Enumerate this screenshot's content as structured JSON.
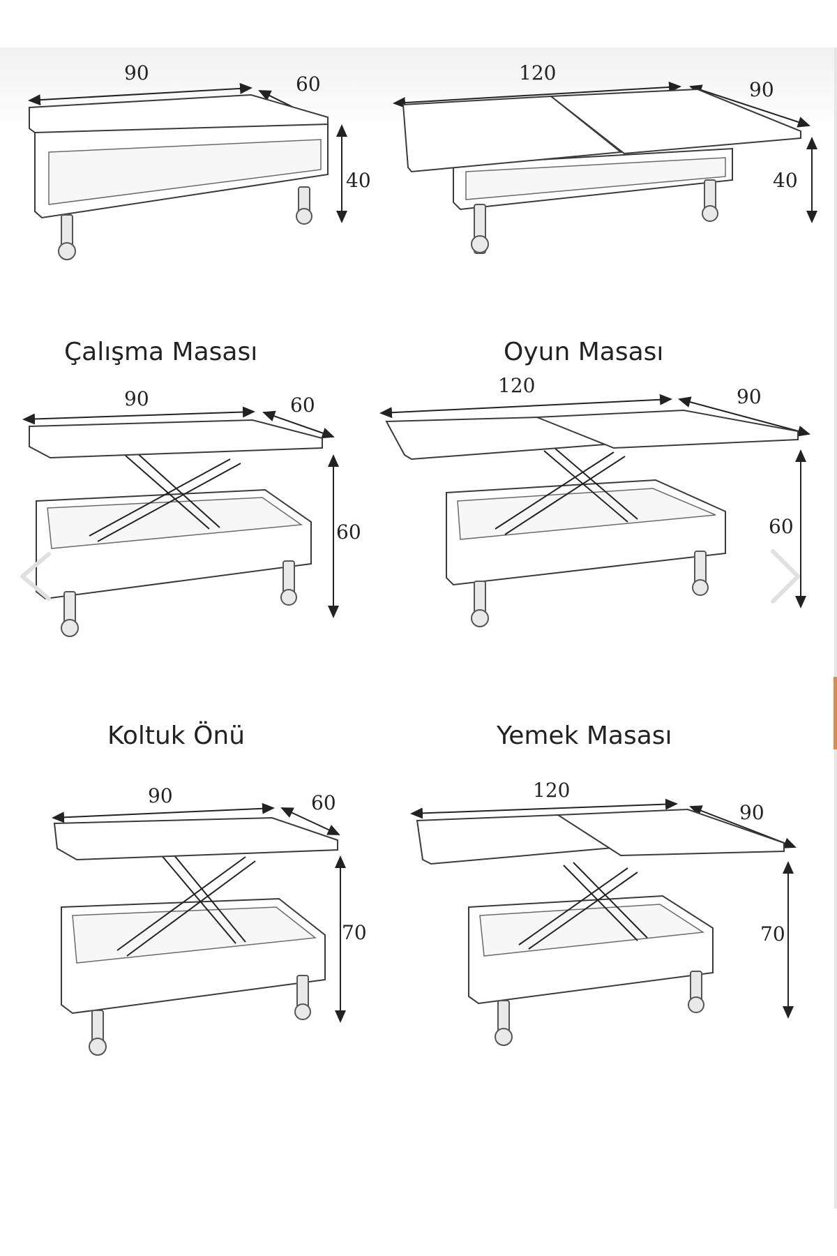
{
  "captions": {
    "calisma": "Çalışma Masası",
    "oyun": "Oyun Masası",
    "koltuk": "Koltuk Önü",
    "yemek": "Yemek Masası"
  },
  "dims": {
    "r1_small_w": "90",
    "r1_small_d": "60",
    "r1_small_h": "40",
    "r1_large_w": "120",
    "r1_large_d": "90",
    "r1_large_h": "40",
    "r2_small_w": "90",
    "r2_small_d": "60",
    "r2_small_h": "60",
    "r2_large_w": "120",
    "r2_large_d": "90",
    "r2_large_h": "60",
    "r3_small_w": "90",
    "r3_small_d": "60",
    "r3_small_h": "70",
    "r3_large_w": "120",
    "r3_large_d": "90",
    "r3_large_h": "70"
  },
  "icons": {
    "prev": "chevron-left-icon",
    "next": "chevron-right-icon"
  },
  "colors": {
    "accent": "#d98a4e",
    "line": "#222222"
  }
}
